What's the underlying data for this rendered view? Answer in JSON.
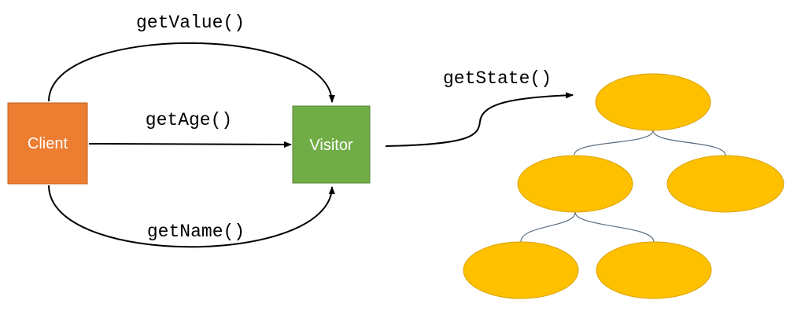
{
  "nodes": {
    "client": {
      "label": "Client",
      "color": "#ed7d31"
    },
    "visitor": {
      "label": "Visitor",
      "color": "#70ad47"
    }
  },
  "calls": {
    "get_value": "getValue()",
    "get_age": "getAge()",
    "get_name": "getName()",
    "get_state": "getState()"
  },
  "tree": {
    "node_color": "#ffc000",
    "node_count": 5
  }
}
